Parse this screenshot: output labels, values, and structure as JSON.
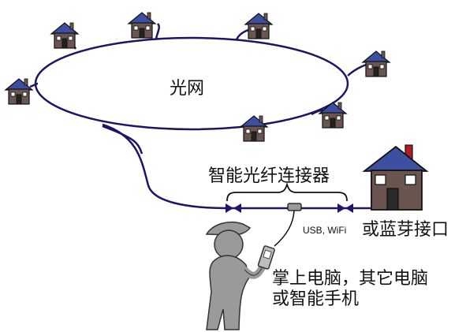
{
  "labels": {
    "network": "光网",
    "connector": "智能光纤连接器",
    "usb_wifi": "USB, WiFi",
    "bluetooth": "或蓝芽接口",
    "device_line1": "掌上电脑，其它电脑",
    "device_line2": "或智能手机"
  },
  "icons": {
    "house_small": "house-icon",
    "house_large": "house-icon",
    "person": "person-with-pda-icon",
    "connector": "fiber-connector-icon"
  },
  "colors": {
    "fiber": "#1f1466",
    "roof": "#3d4fa0",
    "wall": "#6b5550",
    "chimney": "#b01e20",
    "person": "#9a9a9a"
  }
}
